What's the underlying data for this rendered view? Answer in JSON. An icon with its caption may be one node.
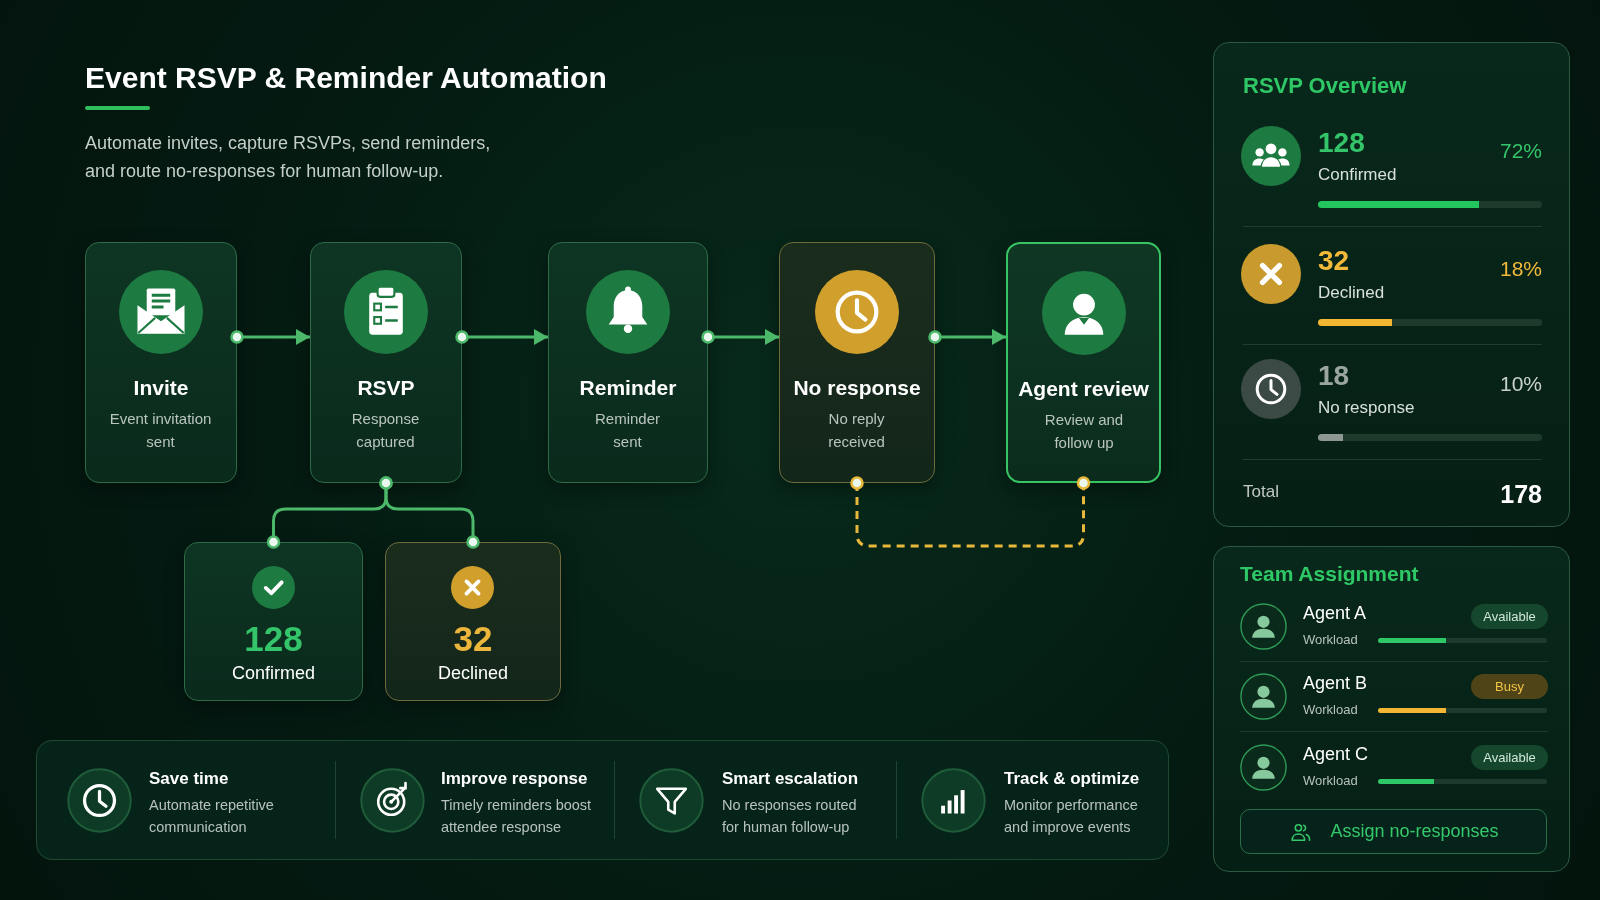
{
  "diagram": {
    "title": "Event RSVP & Reminder Automation",
    "nodes": [
      {
        "text": [
          "Invite",
          "Event invitation sent"
        ]
      },
      {
        "text": [
          "RSVP",
          "Response captured"
        ]
      },
      {
        "text": [
          "Reminder",
          "Reminder sent"
        ]
      },
      {
        "text": [
          "No response",
          "No reply received"
        ]
      },
      {
        "text": [
          "Agent review",
          "Review and follow up"
        ]
      },
      {
        "text": [
          "128",
          "Confirmed"
        ]
      },
      {
        "text": [
          "32",
          "Declined"
        ]
      },
      {
        "text": [
          "Save time",
          "Automate repetitive communication",
          "Improve response",
          "Timely reminders boost attendee response",
          "Smart escalation",
          "No responses routed for human follow-up",
          "Track & optimize",
          "Monitor performance and improve events"
        ]
      },
      {
        "text": [
          "RSVP Overview",
          "128",
          "72%",
          "Confirmed",
          "32",
          "18%",
          "Declined",
          "18",
          "10%",
          "No response",
          "Total",
          "178"
        ]
      },
      {
        "text": [
          "Team Assignment",
          "Agent A",
          "Workload",
          "Agent B",
          "Workload",
          "Agent C",
          "Workload"
        ]
      },
      {
        "text": [
          "Available"
        ],
        "in": 9
      },
      {
        "text": [
          "Busy"
        ],
        "in": 9
      },
      {
        "text": [
          "Available"
        ],
        "in": 9
      },
      {
        "text": [
          "Assign no-responses"
        ],
        "in": 9
      }
    ],
    "edges": [
      {
        "from": 0,
        "to": 1,
        "arrow": "to"
      },
      {
        "from": 1,
        "to": 2,
        "arrow": "to"
      },
      {
        "from": 2,
        "to": 3,
        "arrow": "to"
      },
      {
        "from": 3,
        "to": 4,
        "arrow": "to"
      },
      {
        "from": 1,
        "to": 5,
        "arrow": "other"
      },
      {
        "from": 1,
        "to": 6,
        "arrow": "other"
      },
      {
        "from": 3,
        "to": 4,
        "arrow": "other",
        "style": "dashed",
        "color": "#e8b83a"
      }
    ],
    "labels": [
      "Automate invites, capture RSVPs, send reminders, and route no-responses for human follow-up."
    ]
  }
}
